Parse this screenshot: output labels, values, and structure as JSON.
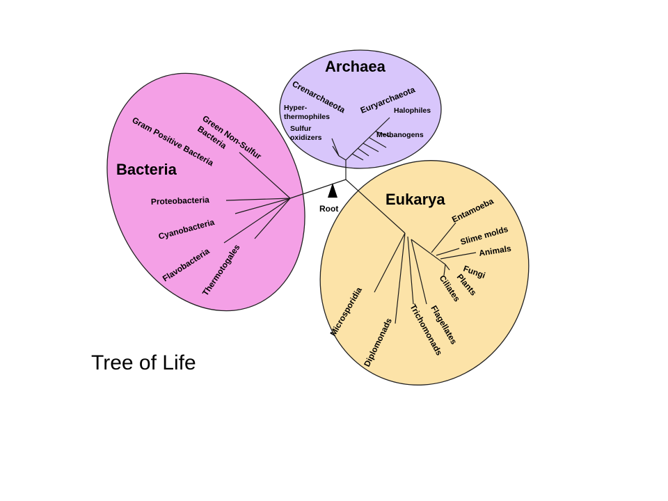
{
  "caption": "Tree of Life",
  "colors": {
    "bacteria_fill": "#F4A0E6",
    "archaea_fill": "#D8C6FB",
    "eukarya_fill": "#FCE3A8",
    "outline": "#222222",
    "branch": "#1a1a1a"
  },
  "root_label": "Root",
  "domains": {
    "bacteria": {
      "name": "Bacteria",
      "groups": [
        "Green Non-Sulfur",
        "Bacteria",
        "Gram Positive Bacteria",
        "Proteobacteria",
        "Cyanobacteria",
        "Flavobacteria",
        "Thermotogales"
      ]
    },
    "archaea": {
      "name": "Archaea",
      "groups": [
        "Crenarchaeota",
        "Euryarchaeota",
        "Hyper-",
        "thermophiles",
        "Sulfur",
        "oxidizers",
        "Halophiles",
        "Methanogens"
      ]
    },
    "eukarya": {
      "name": "Eukarya",
      "groups": [
        "Entamoeba",
        "Slime molds",
        "Animals",
        "Fungi",
        "Plants",
        "Ciliates",
        "Flagellates",
        "Trichomonads",
        "Diplomonads",
        "Microsporidia"
      ]
    }
  }
}
